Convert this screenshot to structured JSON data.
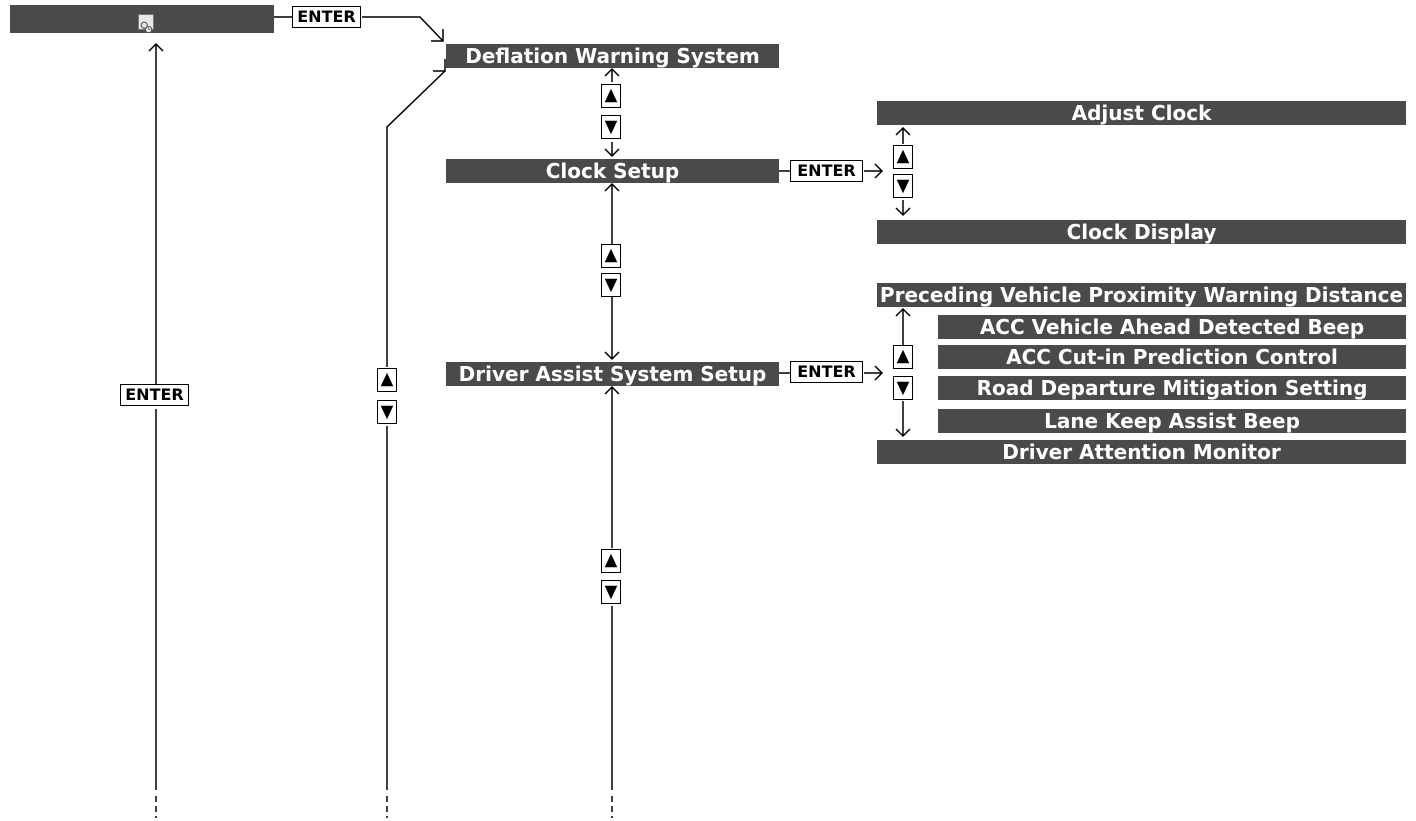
{
  "enter_label": "ENTER",
  "top_bar": {
    "icon": "settings-clock-icon"
  },
  "menu": {
    "deflation": "Deflation Warning System",
    "clock_setup": "Clock Setup",
    "driver_assist": "Driver Assist System Setup"
  },
  "clock_submenu": {
    "adjust_clock": "Adjust Clock",
    "clock_display": "Clock Display"
  },
  "driver_assist_submenu": {
    "preceding_vehicle": "Preceding Vehicle Proximity Warning Distance",
    "acc_vehicle_ahead": "ACC Vehicle Ahead Detected Beep",
    "acc_cut_in": "ACC Cut-in Prediction Control",
    "road_departure": "Road Departure Mitigation Setting",
    "lane_keep": "Lane Keep Assist Beep",
    "driver_attention": "Driver Attention Monitor"
  },
  "colors": {
    "bar": "#4a4a4a",
    "bar_text": "#ffffff",
    "line": "#000000"
  }
}
